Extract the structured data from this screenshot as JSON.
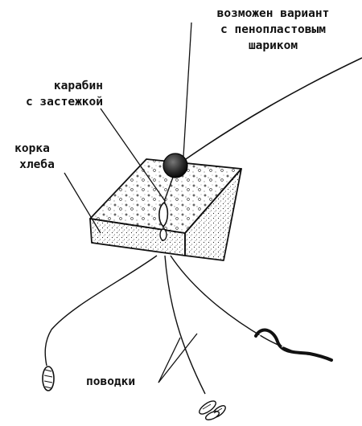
{
  "labels": {
    "float_line1": "возможен вариант",
    "float_line2": "с пенопластовым",
    "float_line3": "шариком",
    "carabiner_line1": "карабин",
    "carabiner_line2": "с застежкой",
    "crust_line1": "корка",
    "crust_line2": "хлеба",
    "leaders": "поводки"
  },
  "colors": {
    "ink": "#111111",
    "paper": "#ffffff"
  }
}
